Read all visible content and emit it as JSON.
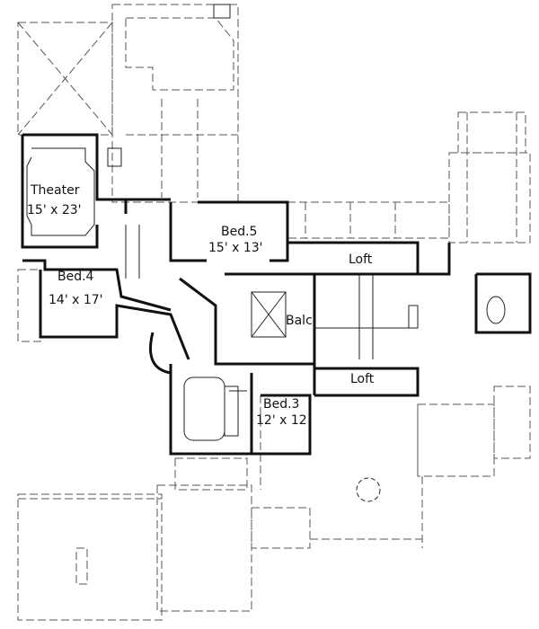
{
  "rooms": [
    {
      "name": "Theater",
      "size": "15' x 23'"
    },
    {
      "name": "Bed.5",
      "size": "15' x 13'"
    },
    {
      "name": "Bed.4",
      "size": "14' x 17'"
    },
    {
      "name": "Loft",
      "size": ""
    },
    {
      "name": "Balc.",
      "size": ""
    },
    {
      "name": "Loft",
      "size": ""
    },
    {
      "name": "Bed.3",
      "size": "12' x 12"
    }
  ]
}
